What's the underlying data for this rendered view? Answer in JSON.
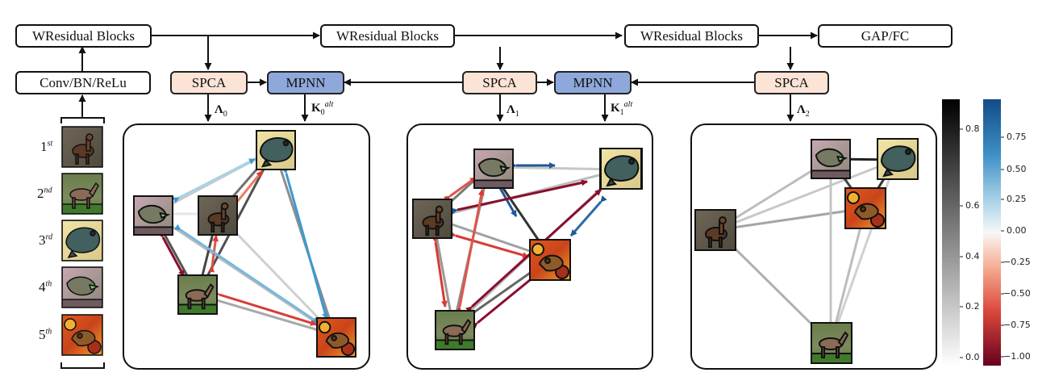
{
  "blocks": {
    "wres1": "WResidual Blocks",
    "wres2": "WResidual Blocks",
    "wres3": "WResidual Blocks",
    "gapfc": "GAP/FC",
    "conv": "Conv/BN/ReLu",
    "spca1": "SPCA",
    "spca2": "SPCA",
    "spca3": "SPCA",
    "mpnn1": "MPNN",
    "mpnn2": "MPNN"
  },
  "symbols": {
    "lambda0": {
      "base": "Λ",
      "sub": "0"
    },
    "lambda1": {
      "base": "Λ",
      "sub": "1"
    },
    "lambda2": {
      "base": "Λ",
      "sub": "2"
    },
    "k0": {
      "base": "K",
      "sub": "0",
      "sup": "alt"
    },
    "k1": {
      "base": "K",
      "sub": "1",
      "sup": "alt"
    }
  },
  "ordinals": [
    {
      "num": "1",
      "suffix": "st"
    },
    {
      "num": "2",
      "suffix": "nd"
    },
    {
      "num": "3",
      "suffix": "rd"
    },
    {
      "num": "4",
      "suffix": "th"
    },
    {
      "num": "5",
      "suffix": "th"
    }
  ],
  "images": [
    "deer",
    "horse",
    "frog",
    "bird",
    "frog-autumn"
  ],
  "colorbar_gray": {
    "ticks": [
      "0.0",
      "0.2",
      "0.4",
      "0.6",
      "0.8"
    ],
    "colors": [
      "#ffffff",
      "#000000"
    ]
  },
  "colorbar_diverging": {
    "ticks": [
      "0.75",
      "0.50",
      "0.25",
      "0.00",
      "−0.25",
      "−0.50",
      "−0.75",
      "−1.00"
    ],
    "colors": [
      "#134b87",
      "#3a8dc4",
      "#a9d2e7",
      "#f7f7f7",
      "#f7b399",
      "#d9463a",
      "#67001f"
    ]
  },
  "colors": {
    "spca_fill": "#fbe3d6",
    "mpnn_fill": "#8ea8db"
  }
}
